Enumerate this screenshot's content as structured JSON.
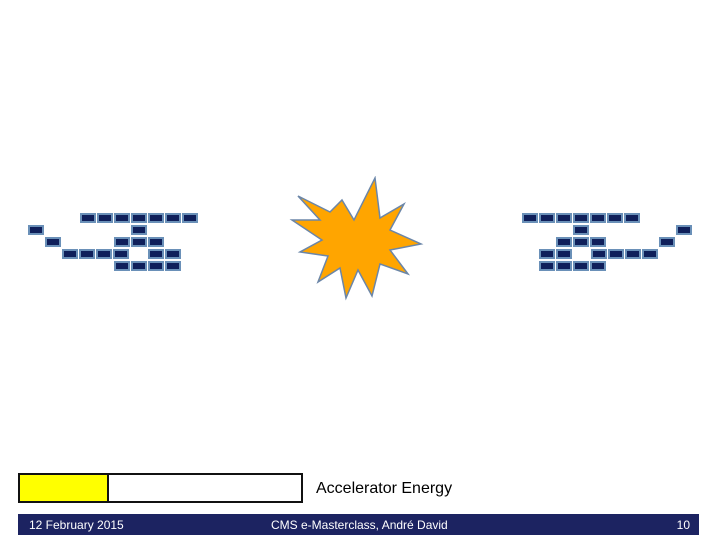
{
  "accelerator": {
    "label": "Accelerator Energy",
    "energy_fraction": 0.31,
    "fill_color": "#ffff00"
  },
  "scene": {
    "left_icon": "starship-icon",
    "right_icon": "starship-icon",
    "center_icon": "explosion-burst-icon",
    "ship_color": "#0f1f5a",
    "ship_border": "#6a90b8",
    "burst_color": "#ffa500"
  },
  "footer": {
    "date": "12 February 2015",
    "title": "CMS e-Masterclass, André David",
    "page": "10"
  }
}
